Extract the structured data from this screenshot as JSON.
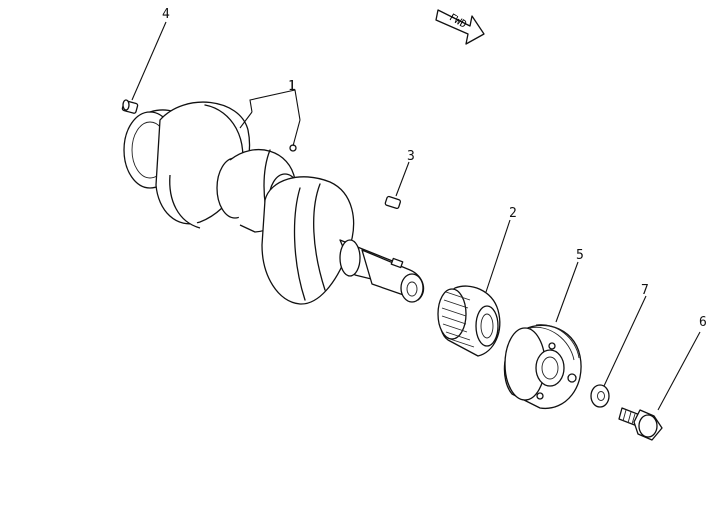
{
  "callouts": {
    "crankshaft": "1",
    "timing_gear": "2",
    "key": "3",
    "pin": "4",
    "pulley": "5",
    "bolt": "6",
    "washer": "7"
  },
  "fwd_label": "FWD",
  "colors": {
    "ink": "#111111",
    "paper": "#ffffff"
  }
}
